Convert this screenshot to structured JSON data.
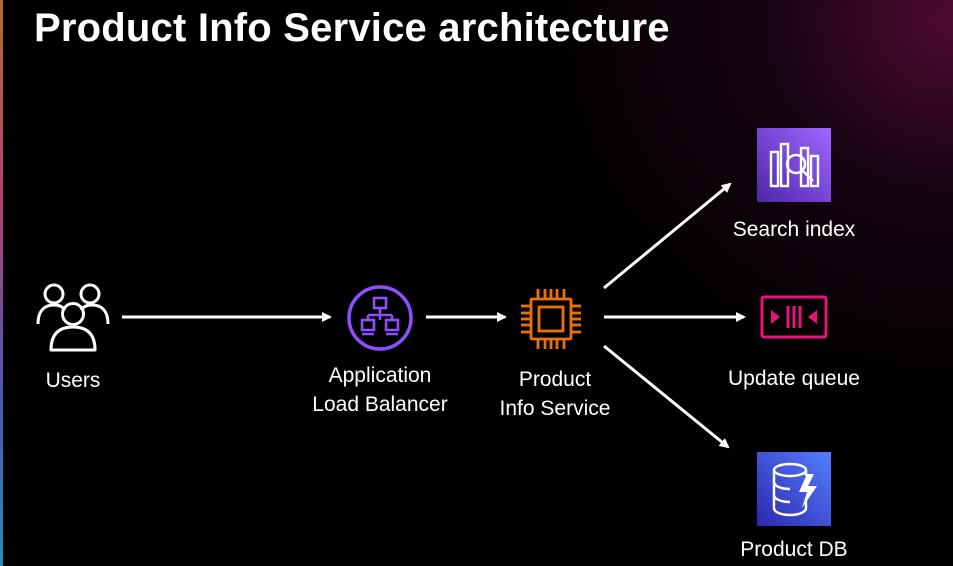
{
  "title": "Product Info Service architecture",
  "nodes": {
    "users": {
      "label": "Users",
      "icon": "users-icon"
    },
    "alb": {
      "label_line1": "Application",
      "label_line2": "Load Balancer",
      "icon": "load-balancer-icon",
      "color": "#8c4fff"
    },
    "service": {
      "label_line1": "Product",
      "label_line2": "Info Service",
      "icon": "chip-icon",
      "color": "#ed7100"
    },
    "search": {
      "label": "Search index",
      "icon": "search-index-icon",
      "color_from": "#4d27a8",
      "color_to": "#a166ff"
    },
    "queue": {
      "label": "Update queue",
      "icon": "queue-icon",
      "color": "#e7157b"
    },
    "db": {
      "label": "Product DB",
      "icon": "database-icon",
      "color_from": "#2e27ad",
      "color_to": "#527fff"
    }
  },
  "colors": {
    "background": "#000000",
    "text": "#ffffff",
    "arrow": "#ffffff"
  }
}
